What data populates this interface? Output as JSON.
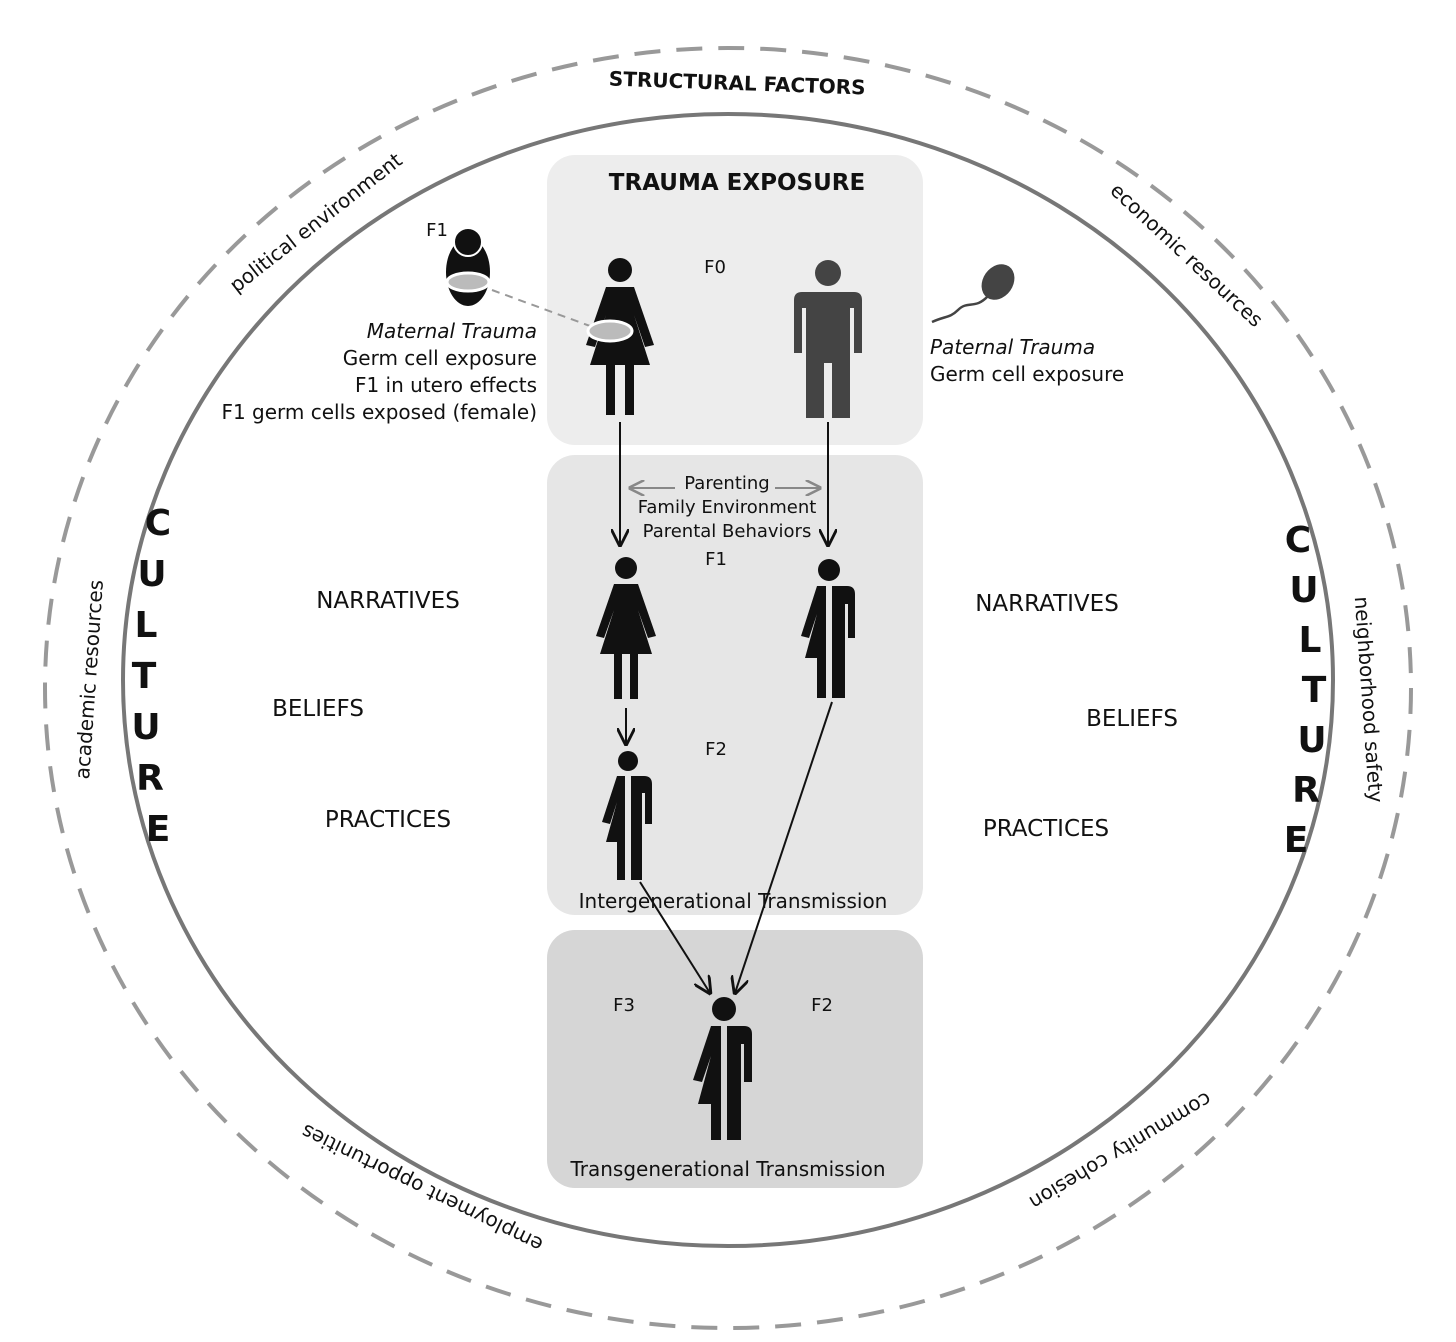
{
  "title": "STRUCTURAL FACTORS",
  "structural_factors": {
    "political": "political environment",
    "economic": "economic resources",
    "academic": "academic resources",
    "neighborhood": "neighborhood safety",
    "employment": "employment opportunities",
    "community": "community cohesion"
  },
  "culture": {
    "word": "CULTURE",
    "left_items": [
      "NARRATIVES",
      "BELIEFS",
      "PRACTICES"
    ],
    "right_items": [
      "NARRATIVES",
      "BELIEFS",
      "PRACTICES"
    ]
  },
  "trauma_box": {
    "title": "TRAUMA EXPOSURE",
    "f0": "F0",
    "baby_label": "F1",
    "maternal": {
      "title": "Maternal Trauma",
      "lines": [
        "Germ cell exposure",
        "F1 in utero effects",
        "F1 germ cells exposed (female)"
      ]
    },
    "paternal": {
      "title": "Paternal Trauma",
      "lines": [
        "Germ cell exposure"
      ]
    }
  },
  "intergenerational_box": {
    "parenting_lines": [
      "Parenting",
      "Family Environment",
      "Parental Behaviors"
    ],
    "f1": "F1",
    "f2": "F2",
    "caption": "Intergenerational Transmission"
  },
  "transgenerational_box": {
    "f3": "F3",
    "f2": "F2",
    "caption": "Transgenerational Transmission"
  }
}
